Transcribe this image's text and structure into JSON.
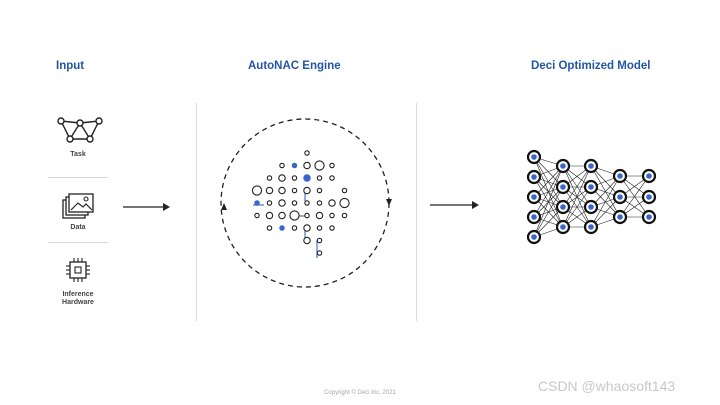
{
  "sections": {
    "input_title": "Input",
    "engine_title": "AutoNAC Engine",
    "model_title": "Deci Optimized Model"
  },
  "inputs": {
    "task_label": "Task",
    "data_label": "Data",
    "hardware_label_line1": "Inference",
    "hardware_label_line2": "Hardware"
  },
  "footer": {
    "copyright": "Copyright © Deci Inc. 2021"
  },
  "watermark": {
    "text": "CSDN @whaosoft143"
  },
  "colors": {
    "accent": "#2456a6",
    "node_fill": "#3b66c9",
    "ink": "#222222"
  },
  "icons": {
    "task": "neural-task-icon",
    "data": "image-stack-icon",
    "hardware": "chip-icon",
    "arrow": "arrow-right-icon"
  }
}
